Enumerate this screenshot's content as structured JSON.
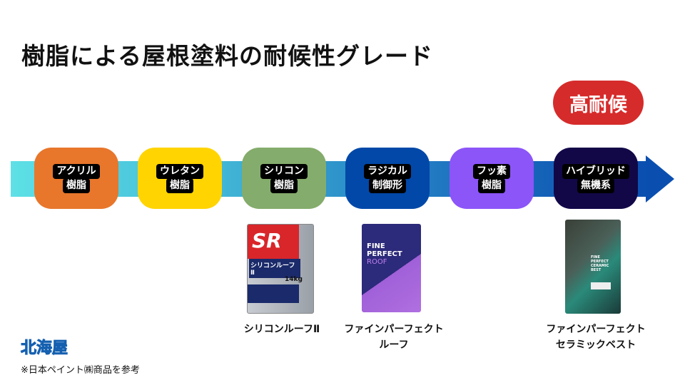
{
  "title": "樹脂による屋根塗料の耐候性グレード",
  "badge": "高耐候",
  "grades": [
    {
      "line1": "アクリル",
      "line2": "樹脂",
      "color": "#e8762b"
    },
    {
      "line1": "ウレタン",
      "line2": "樹脂",
      "color": "#ffd400"
    },
    {
      "line1": "シリコン",
      "line2": "樹脂",
      "color": "#84ac6c"
    },
    {
      "line1": "ラジカル",
      "line2": "制御形",
      "color": "#0148a8"
    },
    {
      "line1": "フッ素",
      "line2": "樹脂",
      "color": "#8c55f8"
    },
    {
      "line1": "ハイブリッド",
      "line2": "無機系",
      "color": "#120848"
    }
  ],
  "products": [
    {
      "line1": "シリコンルーフⅡ",
      "line2": "",
      "can_text": "SR",
      "can_name": "シリコンルーフⅡ",
      "weight": "14kg"
    },
    {
      "line1": "ファインパーフェクト",
      "line2": "ルーフ",
      "can_text1": "FINE",
      "can_text2": "PERFECT",
      "can_text3": "ROOF"
    },
    {
      "line1": "ファインパーフェクト",
      "line2": "セラミックベスト",
      "can_text": "FINE PERFECT CERAMIC BEST"
    }
  ],
  "logo": "北海屋",
  "footnote": "※日本ペイント㈱商品を参考"
}
